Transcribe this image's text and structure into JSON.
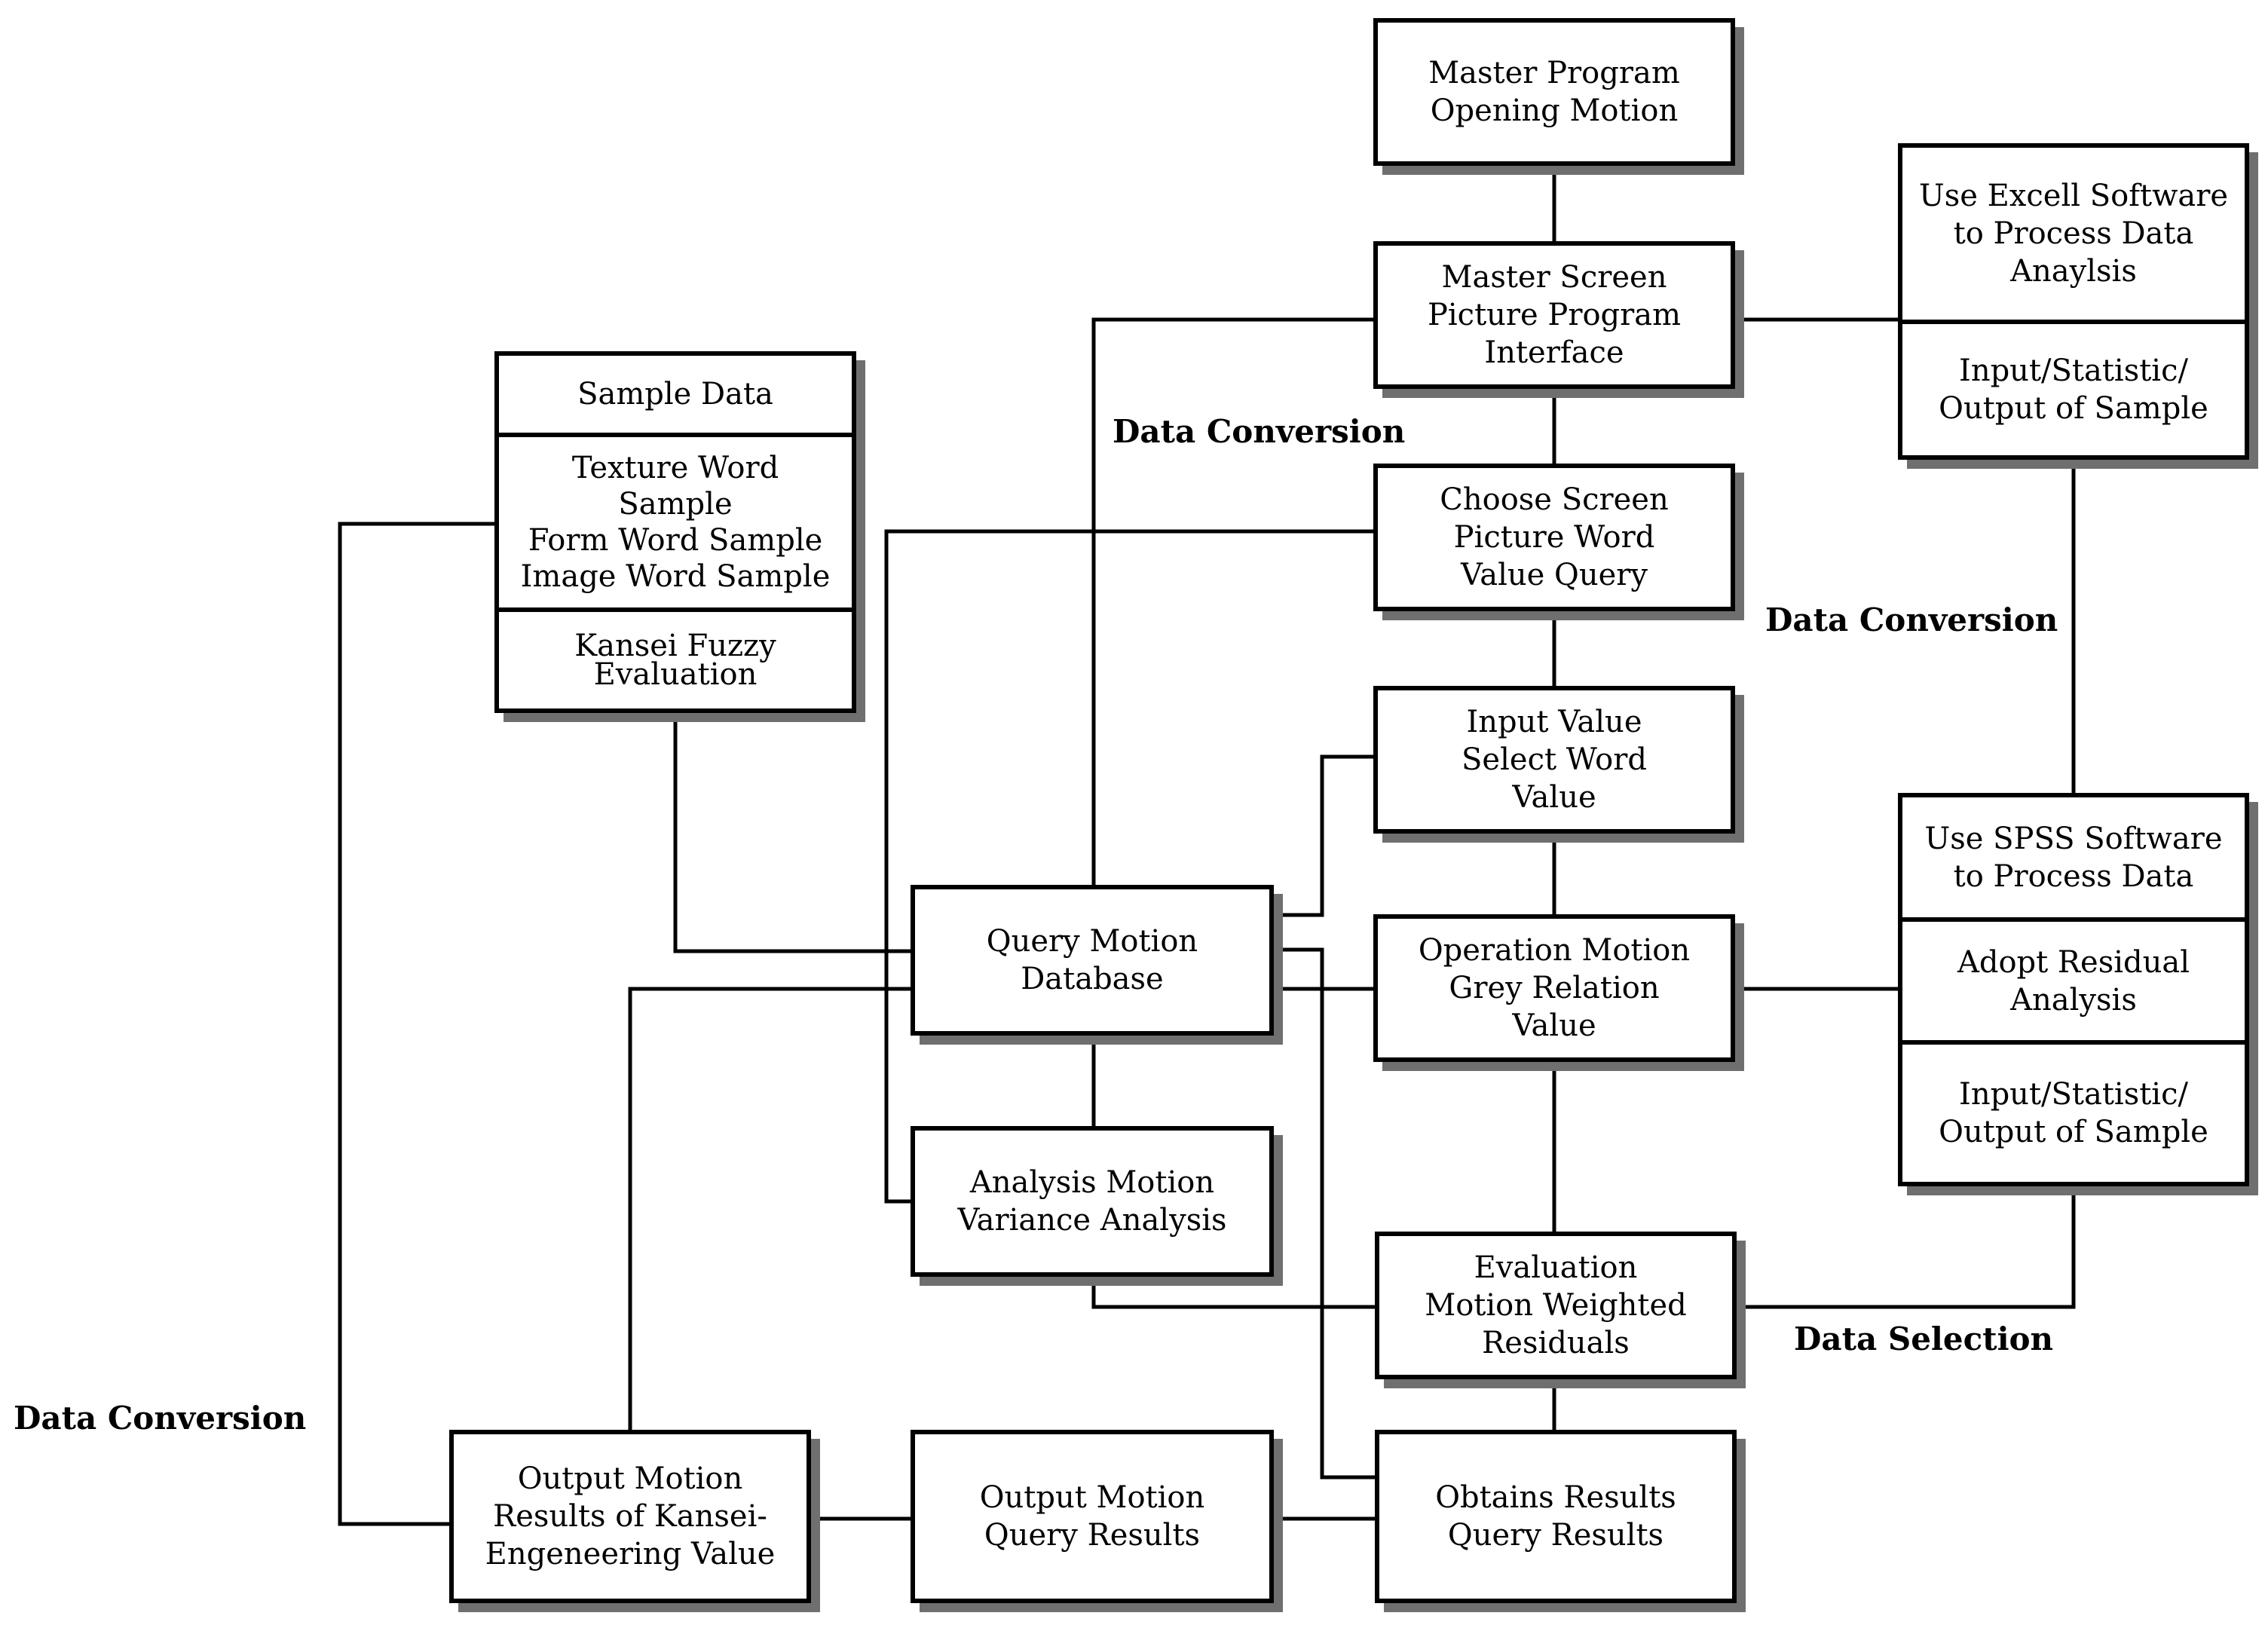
{
  "nodes": {
    "master_program": [
      "Master Program\nOpening Motion"
    ],
    "master_screen": [
      "Master Screen\nPicture Program\nInterface"
    ],
    "choose_screen": [
      "Choose Screen\nPicture Word\nValue Query"
    ],
    "input_value": [
      "Input Value\nSelect Word\nValue"
    ],
    "operation_motion": [
      "Operation Motion\nGrey Relation\nValue"
    ],
    "evaluation_motion": [
      "Evaluation\nMotion Weighted\nResiduals"
    ],
    "obtains_results": [
      "Obtains Results\nQuery Results"
    ],
    "output_query": [
      "Output Motion\nQuery Results"
    ],
    "output_kansei": [
      "Output Motion\nResults of Kansei-\nEngeneering Value"
    ],
    "analysis_motion": [
      "Analysis Motion\nVariance Analysis"
    ],
    "query_db": [
      "Query Motion\nDatabase"
    ],
    "sample_data": [
      "Sample Data",
      "Texture Word\nSample\nForm Word Sample\nImage Word Sample",
      "Kansei Fuzzy\nEvaluation"
    ],
    "excel": [
      "Use Excell Software\nto Process Data\nAnaylsis",
      "Input/Statistic/\nOutput of Sample"
    ],
    "spss": [
      "Use SPSS Software\nto Process Data",
      "Adopt Residual\nAnalysis",
      "Input/Statistic/\nOutput of Sample"
    ]
  },
  "labels": {
    "data_conversion_top": "Data Conversion",
    "data_conversion_right": "Data Conversion",
    "data_conversion_left": "Data Conversion",
    "data_selection": "Data Selection"
  }
}
